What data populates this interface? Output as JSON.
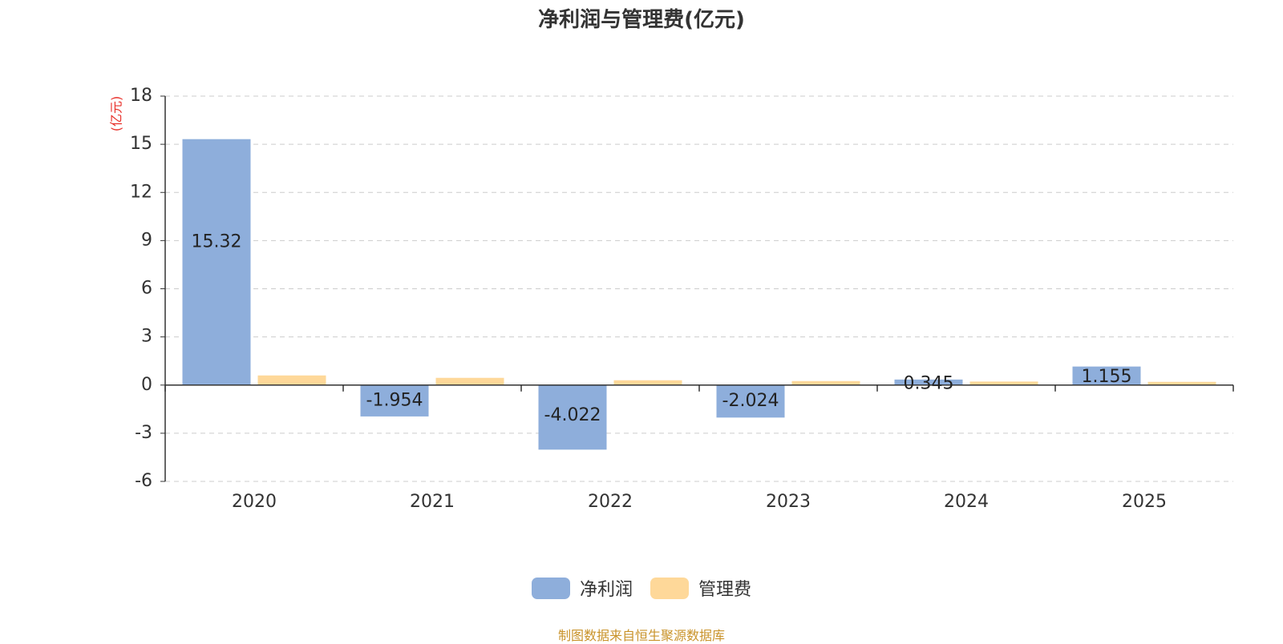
{
  "chart_data": {
    "type": "bar",
    "title": "净利润与管理费(亿元)",
    "ylabel": "(亿元)",
    "xlabel": "",
    "categories": [
      "2020",
      "2021",
      "2022",
      "2023",
      "2024",
      "2025"
    ],
    "series": [
      {
        "name": "净利润",
        "color": "#8eaedb",
        "values": [
          15.32,
          -1.954,
          -4.022,
          -2.024,
          0.345,
          1.155
        ],
        "labels": [
          "15.32",
          "-1.954",
          "-4.022",
          "-2.024",
          "0.345",
          "1.155"
        ]
      },
      {
        "name": "管理费",
        "color": "#fed899",
        "values": [
          0.6,
          0.45,
          0.3,
          0.25,
          0.22,
          0.2
        ]
      }
    ],
    "ylim": [
      -6,
      18
    ],
    "yticks": [
      18,
      15,
      12,
      9,
      6,
      3,
      0,
      -3,
      -6
    ],
    "grid": true,
    "legend_position": "bottom-center"
  },
  "footer": {
    "source": "制图数据来自恒生聚源数据库"
  },
  "colors": {
    "axis_label_accent": "#e8302a",
    "source_text": "#c9932a"
  }
}
